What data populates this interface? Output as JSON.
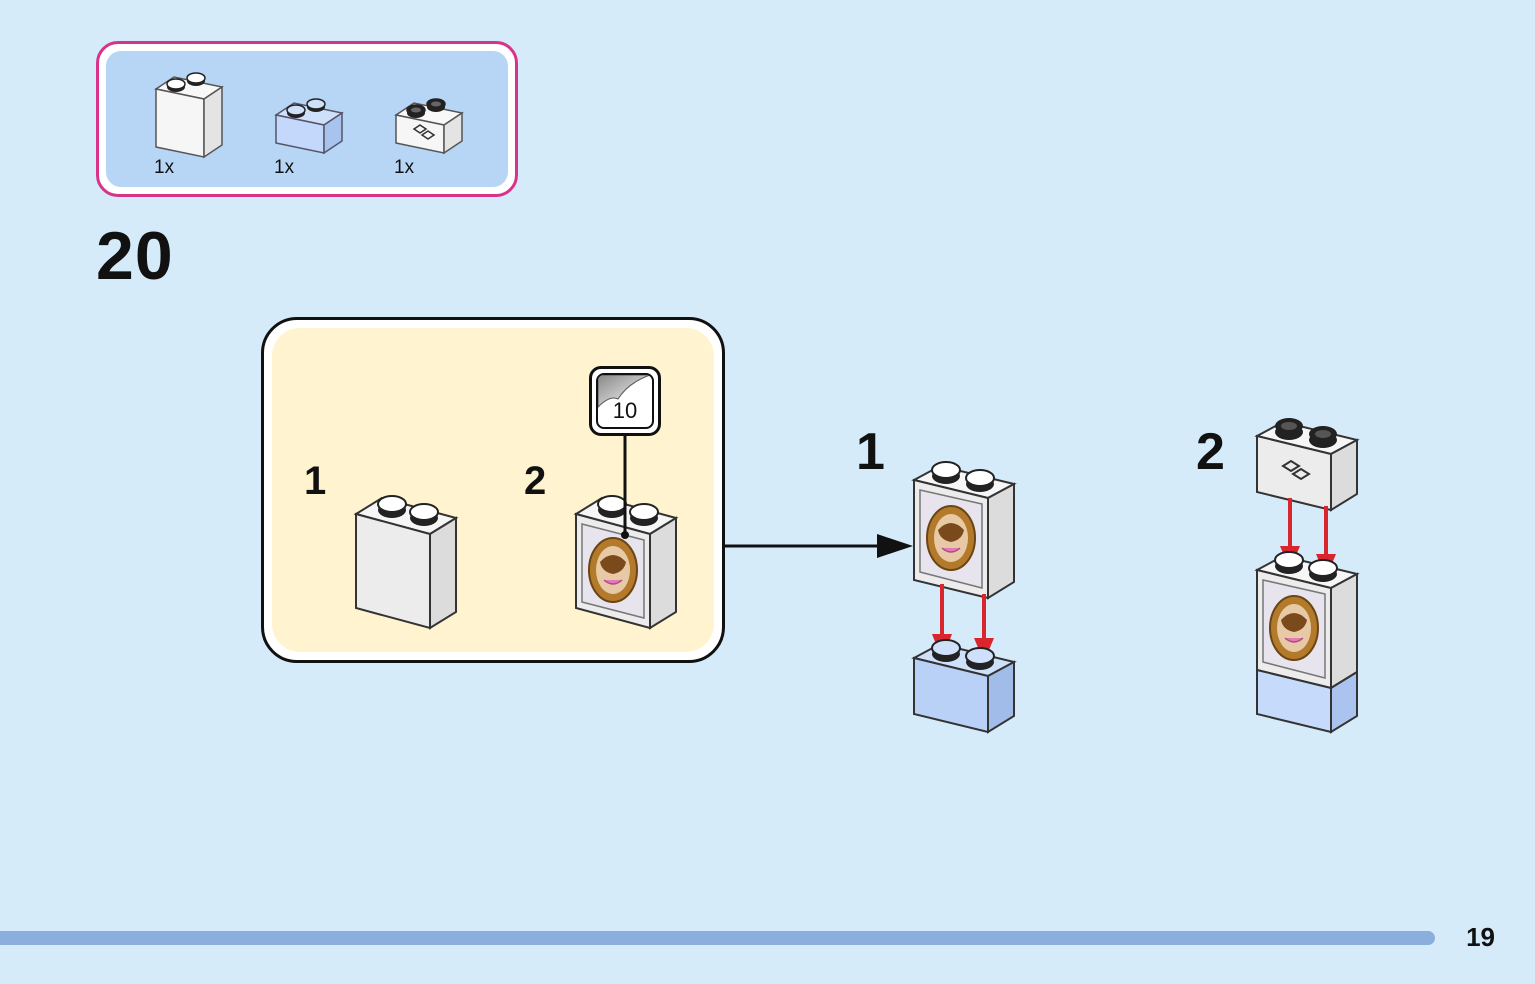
{
  "parts_list": {
    "items": [
      {
        "piece": "white-brick-1x2x2",
        "qty": "1x"
      },
      {
        "piece": "light-blue-brick-1x2",
        "qty": "1x"
      },
      {
        "piece": "white-brick-1x2-printed",
        "qty": "1x"
      }
    ]
  },
  "step": {
    "number": "20"
  },
  "sub_assembly": {
    "callouts": [
      "1",
      "2"
    ],
    "sticker": {
      "number": "10"
    }
  },
  "main_steps": [
    "1",
    "2"
  ],
  "page": {
    "number": "19"
  },
  "colors": {
    "page_background": "#d5ebfa",
    "parts_box_border": "#d9328a",
    "parts_box_fill": "#b7d6f5",
    "sub_assembly_fill": "#fff4cf",
    "arrow_red": "#d9252e",
    "progress_bar": "#8aafdf"
  },
  "icons": [
    "white-brick-icon",
    "light-blue-brick-icon",
    "printed-brick-icon",
    "sticker-icon",
    "mirror-sticker-icon",
    "assembly-arrow-icon",
    "red-down-arrow-icon"
  ]
}
